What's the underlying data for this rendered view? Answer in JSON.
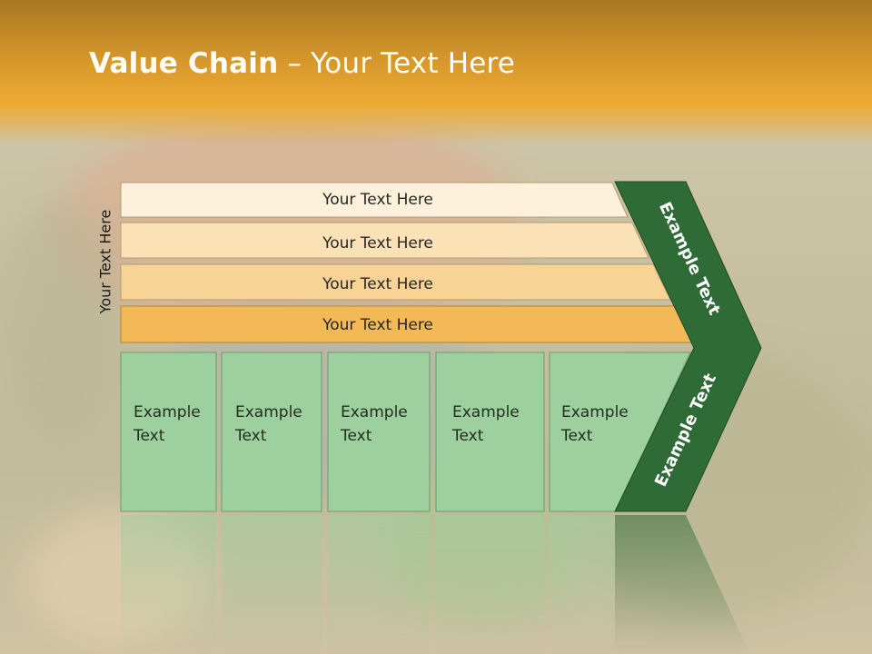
{
  "slide": {
    "title_bold": "Value Chain",
    "title_rest": " – Your Text Here",
    "side_label": "Your Text Here"
  },
  "bars": [
    {
      "label": "Your Text Here",
      "fill": "#fdf1dc"
    },
    {
      "label": "Your Text Here",
      "fill": "#fbe2b6"
    },
    {
      "label": "Your Text Here",
      "fill": "#f8d396"
    },
    {
      "label": "Your Text Here",
      "fill": "#f3b957"
    }
  ],
  "cells": [
    {
      "line1": "Example",
      "line2": "Text"
    },
    {
      "line1": "Example",
      "line2": "Text"
    },
    {
      "line1": "Example",
      "line2": "Text"
    },
    {
      "line1": "Example",
      "line2": "Text"
    },
    {
      "line1": "Example",
      "line2": "Text"
    }
  ],
  "chevron": {
    "upper_label": "Example Text",
    "lower_label": "Example Text",
    "fill": "#2f6b36"
  },
  "colors": {
    "header": "#e9a630",
    "cell_fill": "#9ecf9e",
    "cell_stroke": "#6f9a6f"
  }
}
